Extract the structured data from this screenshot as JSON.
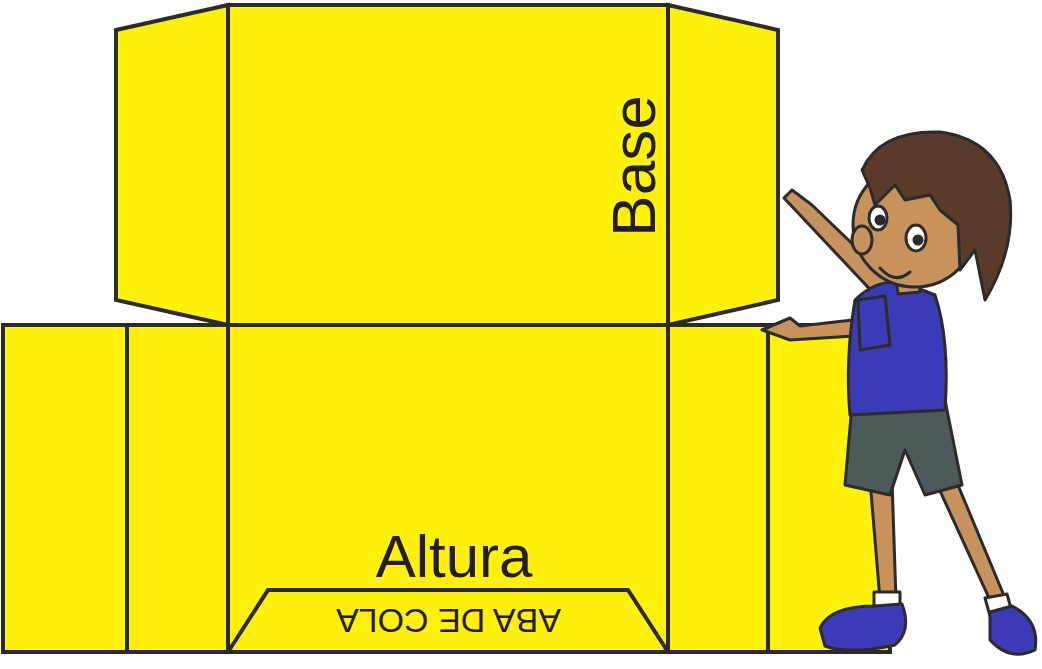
{
  "diagram": {
    "nodes": [
      {
        "text": [
          "Base"
        ]
      },
      {
        "text": [
          "Altura"
        ]
      },
      {
        "text": [
          "ABA DE COLA"
        ],
        "in": 1
      }
    ]
  }
}
